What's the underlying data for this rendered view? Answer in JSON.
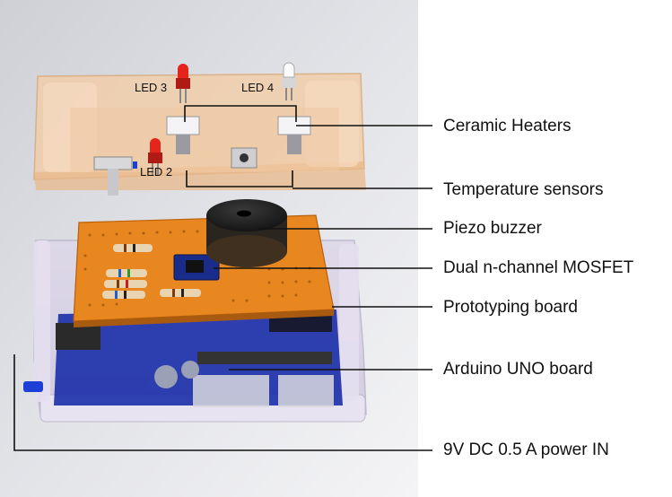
{
  "colors": {
    "render_background": "#d6d7dc",
    "lid_tint": "#f2cda8",
    "proto_board": "#e8871f",
    "arduino_blue": "#1b2ea8",
    "led_red": "#e5241c",
    "leader_line": "#111111"
  },
  "led_labels": {
    "led3": "LED 3",
    "led4": "LED 4",
    "led2": "LED 2"
  },
  "callouts": {
    "ceramic_heaters": "Ceramic Heaters",
    "temperature_sensors": "Temperature sensors",
    "piezo_buzzer": "Piezo buzzer",
    "mosfet": "Dual n-channel MOSFET",
    "prototyping_board": "Prototyping board",
    "arduino": "Arduino UNO board",
    "power_in": "9V DC 0.5 A power IN"
  }
}
